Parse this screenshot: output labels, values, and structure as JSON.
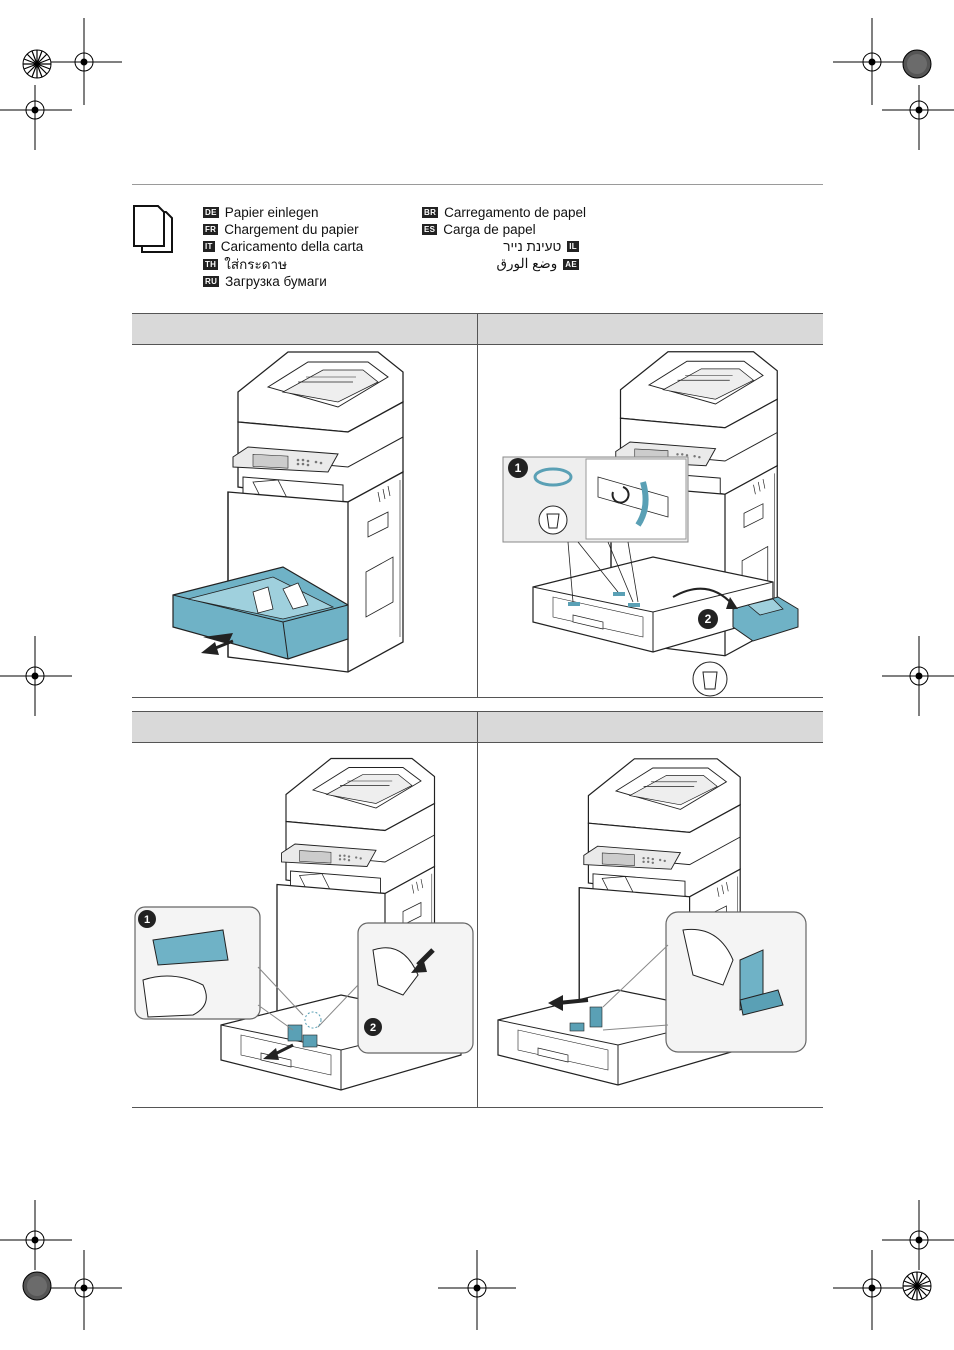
{
  "languages": [
    {
      "code": "DE",
      "label": "Papier einlegen"
    },
    {
      "code": "FR",
      "label": "Chargement du papier"
    },
    {
      "code": "IT",
      "label": "Caricamento della carta"
    },
    {
      "code": "TH",
      "label": "ใส่กระดาษ"
    },
    {
      "code": "RU",
      "label": "Загрузка бумаги"
    },
    {
      "code": "BR",
      "label": "Carregamento de papel"
    },
    {
      "code": "ES",
      "label": "Carga de papel"
    },
    {
      "code": "IL",
      "label": "טעינת נייר"
    },
    {
      "code": "AE",
      "label": "وضع الورق"
    }
  ],
  "steps": [
    {
      "callouts": []
    },
    {
      "callouts": [
        "1",
        "2"
      ]
    },
    {
      "callouts": [
        "1",
        "2"
      ]
    },
    {
      "callouts": []
    }
  ],
  "colors": {
    "accent": "#5aa0b5",
    "bar": "#d9d9d9"
  }
}
